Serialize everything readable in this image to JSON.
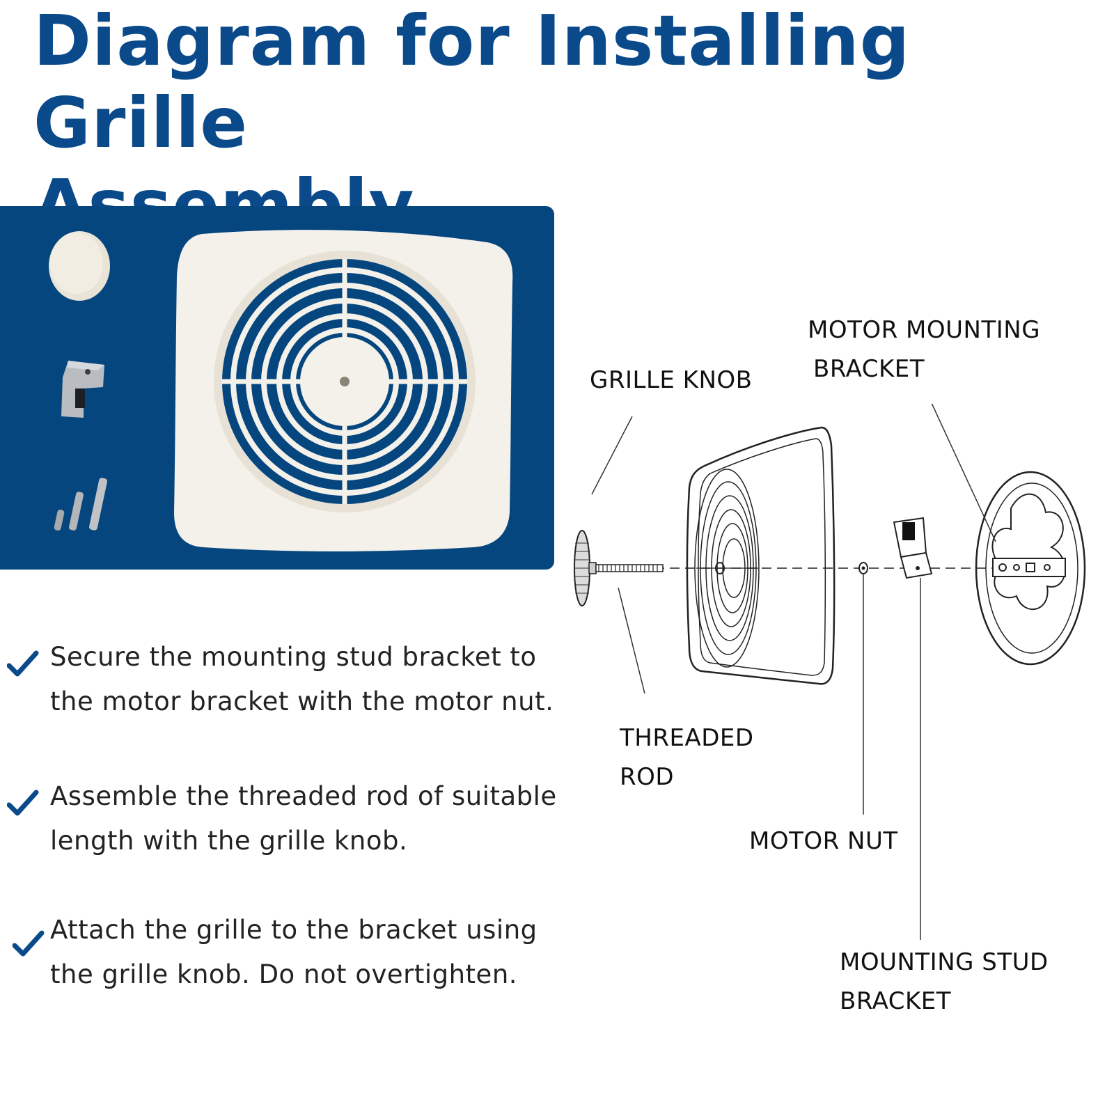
{
  "title": {
    "line1": "Diagram for Installing Grille",
    "line2": "Assembly"
  },
  "colors": {
    "brand_blue": "#05467f",
    "title_blue": "#0a4a8a",
    "grille_white": "#f3f1ea"
  },
  "steps": [
    {
      "icon": "checkmark-icon",
      "line1": "Secure the mounting stud bracket to",
      "line2": "the motor bracket with the motor nut."
    },
    {
      "icon": "checkmark-icon",
      "line1": "Assemble the threaded rod of suitable",
      "line2": "length with the grille knob."
    },
    {
      "icon": "checkmark-icon",
      "line1": "Attach the grille to the bracket using",
      "line2": "the grille knob. Do not overtighten."
    }
  ],
  "labels": {
    "grille_knob": {
      "line1": "GRILLE KNOB"
    },
    "motor_mounting_bracket": {
      "line1": "MOTOR MOUNTING",
      "line2": "BRACKET"
    },
    "threaded_rod": {
      "line1": "THREADED",
      "line2": "ROD"
    },
    "motor_nut": {
      "line1": "MOTOR NUT"
    },
    "mounting_stud_bracket": {
      "line1": "MOUNTING STUD",
      "line2": "BRACKET"
    }
  }
}
